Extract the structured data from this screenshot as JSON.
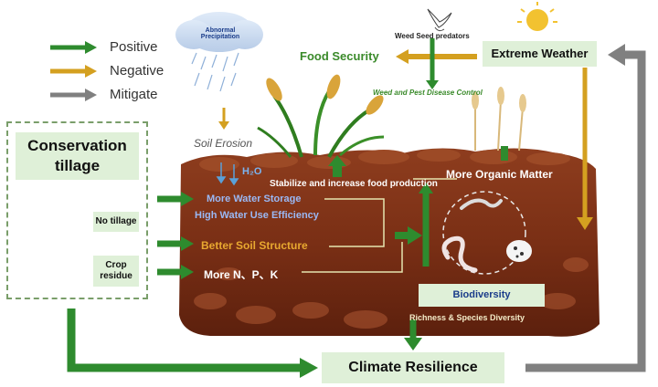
{
  "legend": [
    {
      "label": "Positive",
      "color": "#2e8b2e"
    },
    {
      "label": "Negative",
      "color": "#d4a020"
    },
    {
      "label": "Mitigate",
      "color": "#808080"
    }
  ],
  "top": {
    "abnormal_precipitation": "Abnormal Precipitation",
    "weed_seed_predators": "Weed Seed predators",
    "food_security": "Food Security",
    "extreme_weather": "Extreme Weather",
    "weed_pest_control": "Weed and Pest Disease Control",
    "soil_erosion": "Soil Erosion"
  },
  "conservation_tillage": {
    "title": "Conservation tillage",
    "items": [
      "No tillage",
      "Crop residue"
    ]
  },
  "soil": {
    "h2o": "H₂O",
    "stabilize": "Stabilize and increase food production",
    "more_organic": "More Organic Matter",
    "water_storage": "More Water Storage",
    "water_use": "High Water Use Efficiency",
    "soil_structure": "Better Soil Structure",
    "npk": "More N、P、K",
    "biodiversity": "Biodiversity",
    "richness": "Richness & Species Diversity"
  },
  "outcome": {
    "climate_resilience": "Climate Resilience"
  },
  "colors": {
    "positive": "#2e8b2e",
    "negative": "#d4a020",
    "mitigate": "#808080",
    "soil_top": "#8b3a1c",
    "soil_bottom": "#5a1e0e"
  }
}
